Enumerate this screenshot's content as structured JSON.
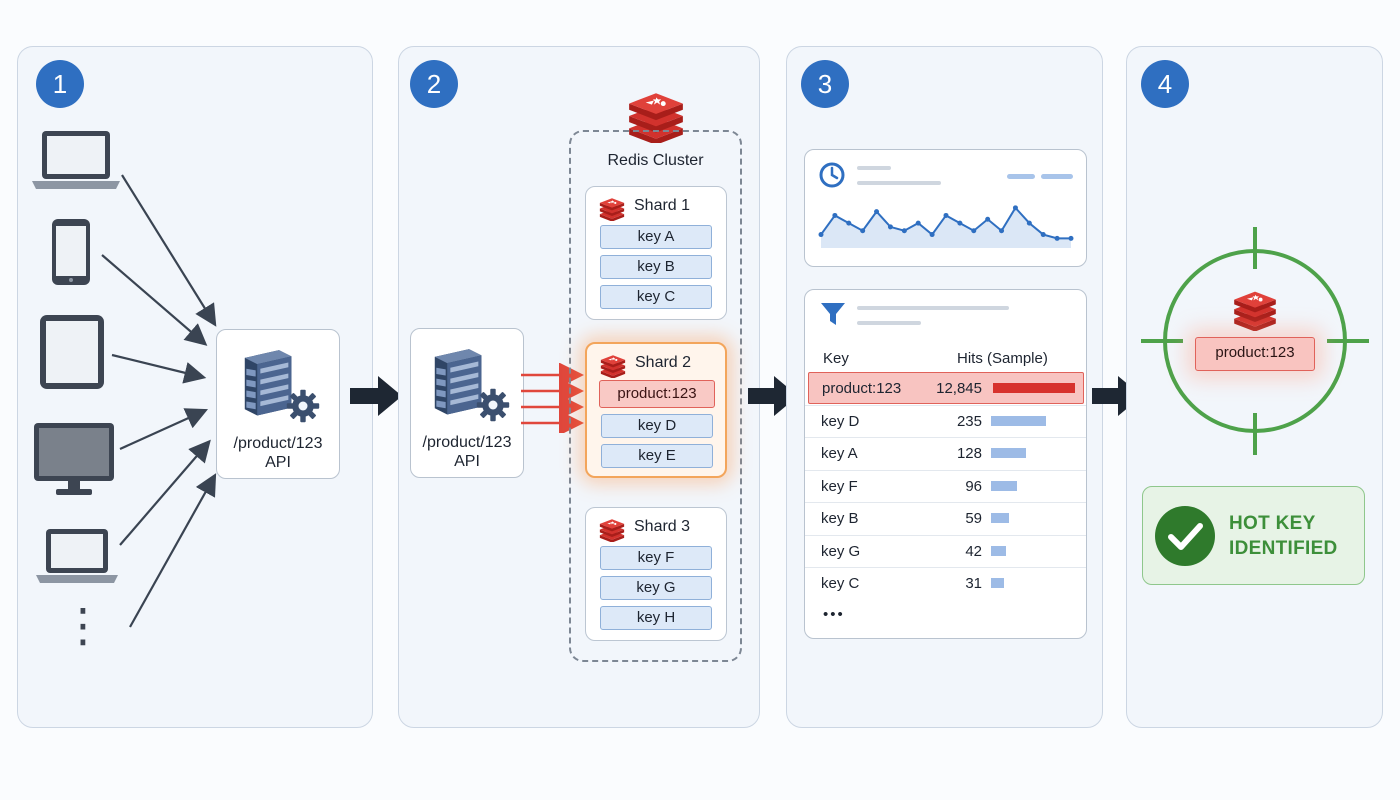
{
  "steps": [
    "1",
    "2",
    "3",
    "4"
  ],
  "step1": {
    "devices": [
      "laptop-icon",
      "smartphone-icon",
      "tablet-icon",
      "monitor-icon",
      "laptop-icon"
    ],
    "more": "⋮",
    "api": {
      "line1": "/product/123",
      "line2": "API",
      "icon": "server-gear-icon"
    }
  },
  "step2": {
    "api": {
      "line1": "/product/123",
      "line2": "API",
      "icon": "server-gear-icon"
    },
    "cluster": {
      "title": "Redis Cluster",
      "icon": "redis-icon",
      "shards": [
        {
          "name": "Shard 1",
          "keys": [
            "key A",
            "key B",
            "key C"
          ],
          "hot": false
        },
        {
          "name": "Shard 2",
          "keys": [
            "product:123",
            "key D",
            "key E"
          ],
          "hot": true
        },
        {
          "name": "Shard 3",
          "keys": [
            "key F",
            "key G",
            "key H"
          ],
          "hot": false
        }
      ]
    }
  },
  "step3": {
    "timeseries": {
      "icon": "clock-icon",
      "values": [
        3,
        8,
        6,
        4,
        9,
        5,
        4,
        6,
        3,
        8,
        6,
        4,
        7,
        4,
        10,
        6,
        3,
        2,
        2
      ]
    },
    "table": {
      "icon": "filter-icon",
      "headers": {
        "key": "Key",
        "hits": "Hits (Sample)"
      },
      "rows": [
        {
          "key": "product:123",
          "hits": "12,845",
          "share": 1.0,
          "hot": true
        },
        {
          "key": "key D",
          "hits": "235",
          "share": 0.6,
          "hot": false
        },
        {
          "key": "key A",
          "hits": "128",
          "share": 0.38,
          "hot": false
        },
        {
          "key": "key F",
          "hits": "96",
          "share": 0.28,
          "hot": false
        },
        {
          "key": "key B",
          "hits": "59",
          "share": 0.2,
          "hot": false
        },
        {
          "key": "key G",
          "hits": "42",
          "share": 0.16,
          "hot": false
        },
        {
          "key": "key C",
          "hits": "31",
          "share": 0.14,
          "hot": false
        }
      ],
      "more": "•••"
    }
  },
  "step4": {
    "target_icon": "crosshair-icon",
    "hot_key": "product:123",
    "result": {
      "line1": "HOT KEY",
      "line2": "IDENTIFIED",
      "icon": "checkmark-icon"
    }
  },
  "colors": {
    "badge": "#2f6fc1",
    "redis": "#d2322d",
    "hot": "#e0625a",
    "success": "#3d8f3a"
  }
}
